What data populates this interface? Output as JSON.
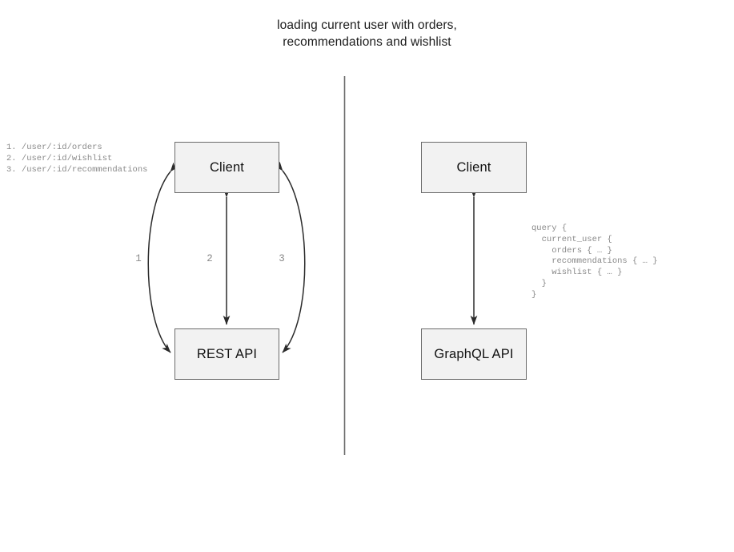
{
  "title": "loading current user with orders,\nrecommendations and wishlist",
  "divider": {
    "name": "vertical-divider",
    "color": "#6b6b6b"
  },
  "colors": {
    "node_fill": "#f2f2f2",
    "node_border": "#6b6b6b",
    "edge": "#2b2b2b",
    "code_text": "#8a8a8a",
    "title_text": "#1c1c1c"
  },
  "rest_side": {
    "client_label": "Client",
    "api_label": "REST API",
    "endpoints": "1. /user/:id/orders\n2. /user/:id/wishlist\n3. /user/:id/recommendations",
    "edge_labels": [
      "1",
      "2",
      "3"
    ]
  },
  "graphql_side": {
    "client_label": "Client",
    "api_label": "GraphQL API",
    "query": "query {\n  current_user {\n    orders { … }\n    recommendations { … }\n    wishlist { … }\n  }\n}"
  }
}
